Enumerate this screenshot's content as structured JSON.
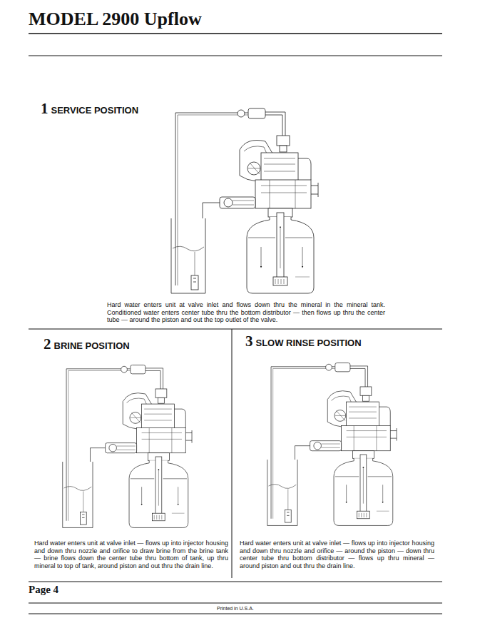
{
  "diagram": {
    "title": "MODEL 2900 Upflow",
    "nodes": [
      {
        "text": [
          "1",
          "SERVICE POSITION",
          "Hard water enters unit at valve inlet and flows down thru the mineral in the mineral tank. Conditioned water enters center tube thru the bottom distributor — then flows up thru the center tube — around the piston and out the top outlet of the valve."
        ]
      },
      {
        "text": [
          "2",
          "BRINE POSITION",
          "Hard water enters unit at valve inlet — flows up into injector housing and down thru nozzle and orifice to draw brine from the brine tank — brine flows down the center tube thru bottom of tank, up thru mineral to top of tank, around piston and out thru the drain line."
        ]
      },
      {
        "text": [
          "3",
          "SLOW RINSE POSITION",
          "Hard water enters unit at valve inlet — flows up into injector housing and down thru nozzle and orifice — around the piston — down thru center tube thru bottom distributor — flows up thru mineral — around piston and out thru the drain line."
        ]
      }
    ],
    "labels": [
      "Page 4",
      "Printed in U.S.A."
    ]
  }
}
